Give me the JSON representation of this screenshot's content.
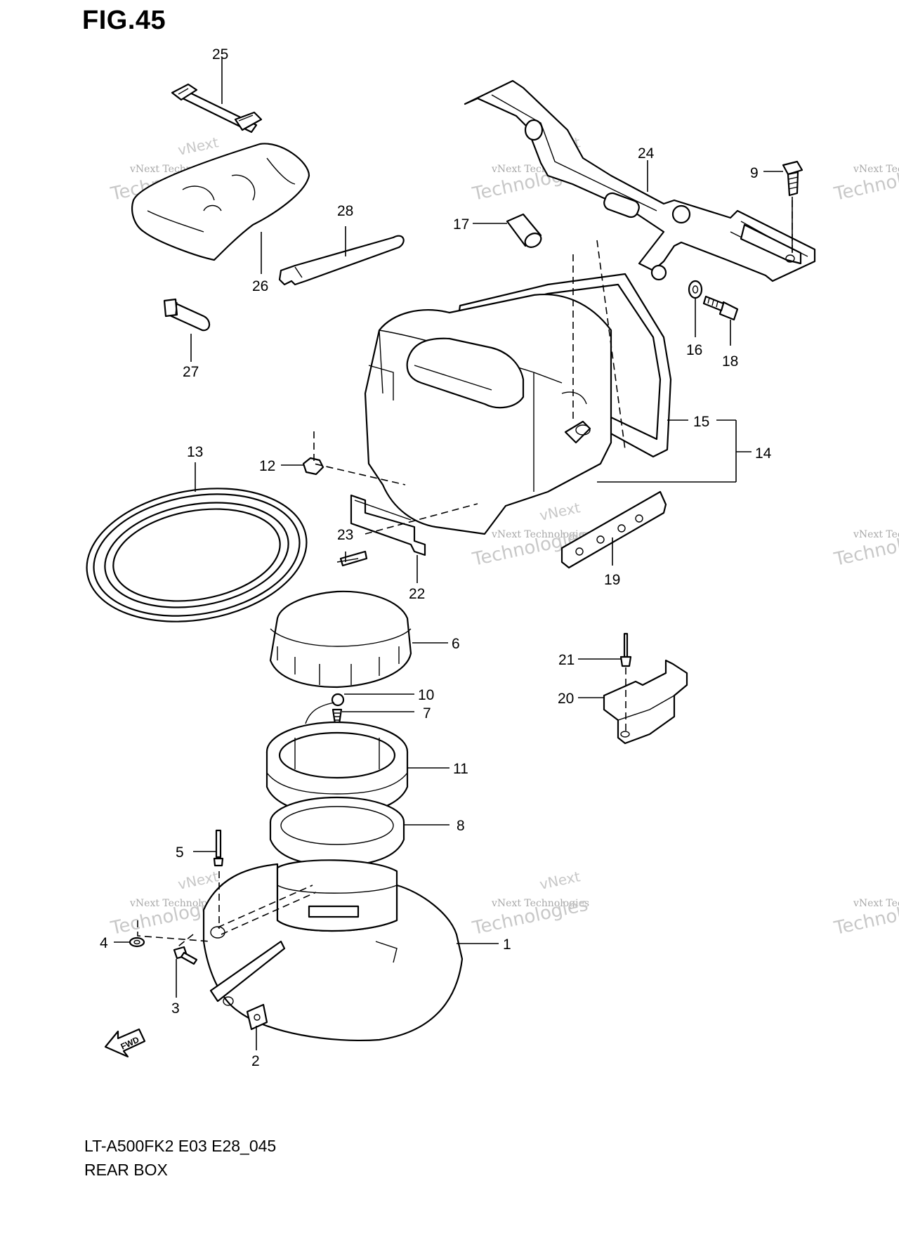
{
  "figure": {
    "title": "FIG.45",
    "code": "LT-A500FK2 E03 E28_045",
    "name": "REAR BOX"
  },
  "fwd_badge": "FWD",
  "watermark": {
    "line1": "vNext Technologies",
    "line2": "vNext",
    "line3": "Technologies"
  },
  "callouts": {
    "c1": "1",
    "c2": "2",
    "c3": "3",
    "c4": "4",
    "c5": "5",
    "c6": "6",
    "c7": "7",
    "c8": "8",
    "c9": "9",
    "c10": "10",
    "c11": "11",
    "c12": "12",
    "c13": "13",
    "c14": "14",
    "c15": "15",
    "c16": "16",
    "c17": "17",
    "c18": "18",
    "c19": "19",
    "c20": "20",
    "c21": "21",
    "c22": "22",
    "c23": "23",
    "c24": "24",
    "c25": "25",
    "c26": "26",
    "c27": "27",
    "c28": "28"
  }
}
